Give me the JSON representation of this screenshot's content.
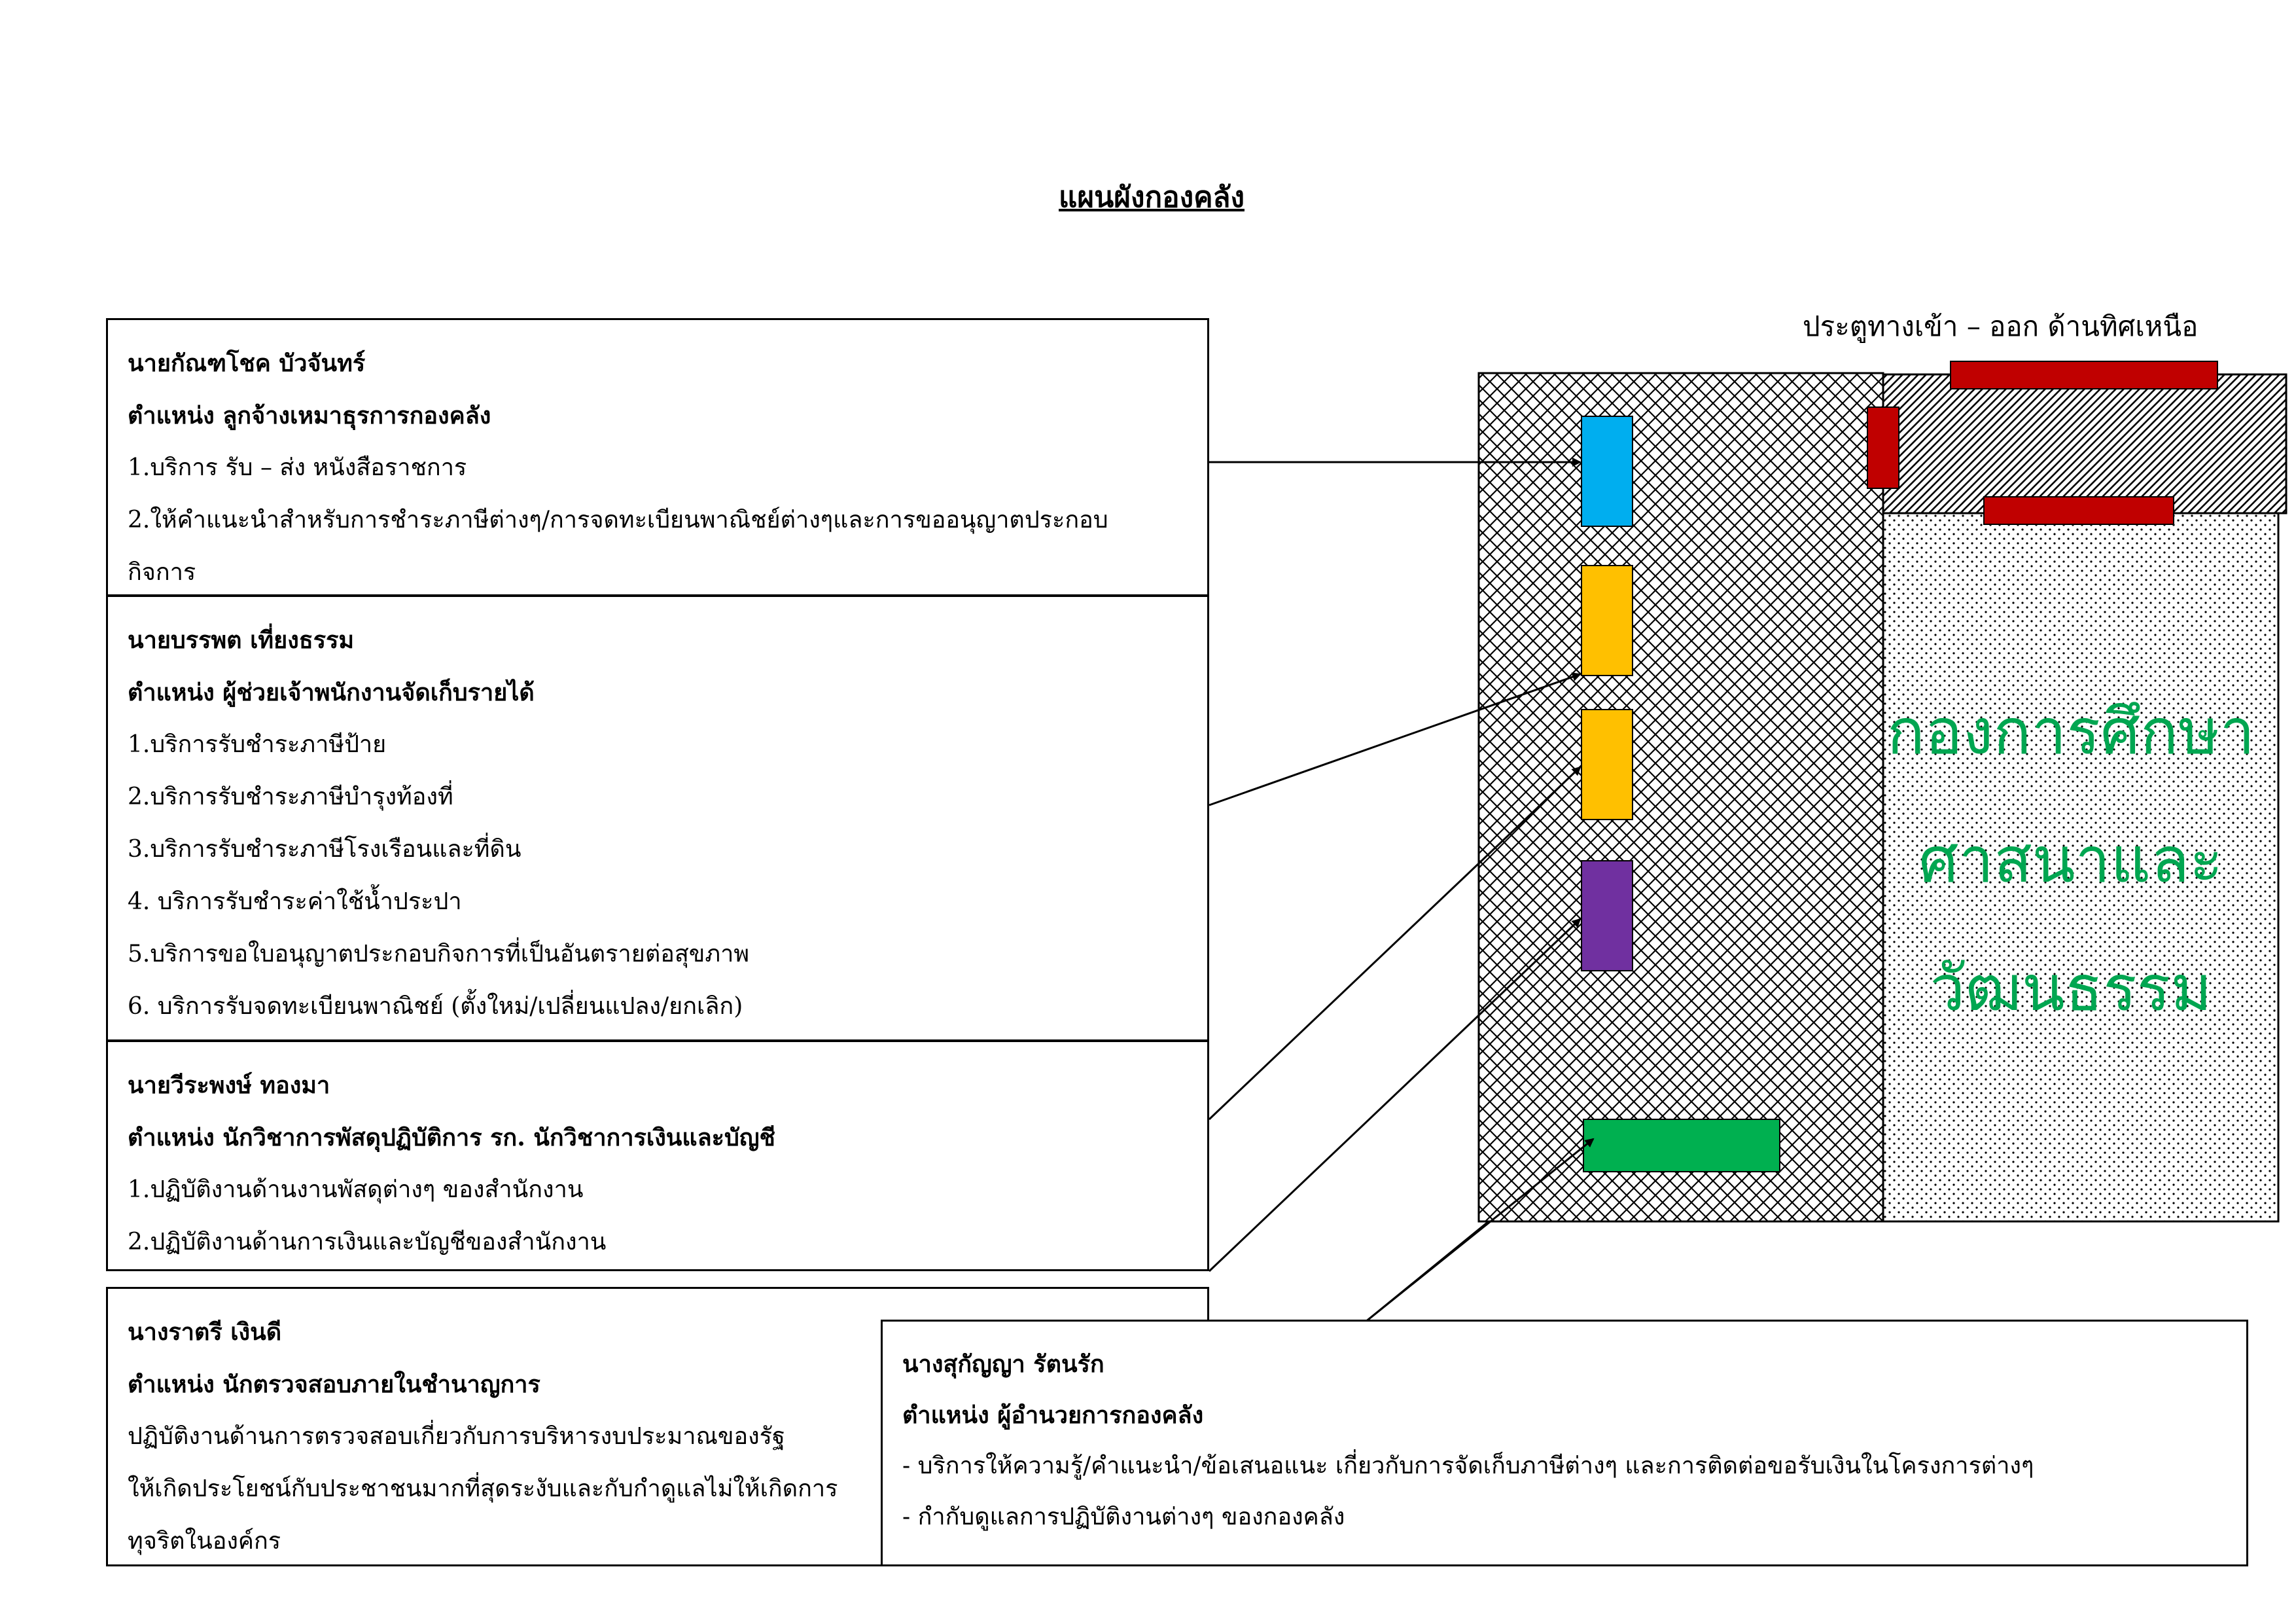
{
  "title": "แผนผังกองคลัง",
  "gate_label": "ประตูทางเข้า – ออก ด้านทิศเหนือ",
  "division_label": [
    "กองการศึกษา",
    "ศาสนาและ",
    "วัฒนธรรม"
  ],
  "colors": {
    "blue": "#00aeef",
    "yellow": "#ffc000",
    "purple": "#7030a0",
    "green": "#00b050",
    "red": "#c00000",
    "division_text": "#00a651"
  },
  "staff": [
    {
      "name": "นายกัณฑโชค บัวจันทร์",
      "position": "ตำแหน่ง ลูกจ้างเหมาธุรการกองคลัง",
      "duties": [
        "1.บริการ รับ – ส่ง หนังสือราชการ",
        "2.ให้คำแนะนำสำหรับการชำระภาษีต่างๆ/การจดทะเบียนพาณิชย์ต่างๆและการขออนุญาตประกอบ",
        "กิจการ"
      ]
    },
    {
      "name": "นายบรรพต เที่ยงธรรม",
      "position": "ตำแหน่ง ผู้ช่วยเจ้าพนักงานจัดเก็บรายได้",
      "duties": [
        "1.บริการรับชำระภาษีป้าย",
        "2.บริการรับชำระภาษีบำรุงท้องที่",
        "3.บริการรับชำระภาษีโรงเรือนและที่ดิน",
        "4. บริการรับชำระค่าใช้น้ำประปา",
        "5.บริการขอใบอนุญาตประกอบกิจการที่เป็นอันตรายต่อสุขภาพ",
        "6. บริการรับจดทะเบียนพาณิชย์ (ตั้งใหม่/เปลี่ยนแปลง/ยกเลิก)"
      ]
    },
    {
      "name": "นายวีระพงษ์ ทองมา",
      "position": "ตำแหน่ง นักวิชาการพัสดุปฏิบัติการ รก. นักวิชาการเงินและบัญชี",
      "duties": [
        "1.ปฏิบัติงานด้านงานพัสดุต่างๆ ของสำนักงาน",
        "2.ปฏิบัติงานด้านการเงินและบัญชีของสำนักงาน"
      ]
    },
    {
      "name": "นางราตรี เงินดี",
      "position": "ตำแหน่ง นักตรวจสอบภายในชำนาญการ",
      "duties": [
        "ปฏิบัติงานด้านการตรวจสอบเกี่ยวกับการบริหารงบประมาณของรัฐ",
        "ให้เกิดประโยชน์กับประชาชนมากที่สุดระงับและกับกำดูแลไม่ให้เกิดการ",
        "ทุจริตในองค์กร"
      ]
    },
    {
      "name": "นางสุกัญญา รัตนรัก",
      "position": "ตำแหน่ง ผู้อำนวยการกองคลัง",
      "duties": [
        "- บริการให้ความรู้/คำแนะนำ/ข้อเสนอแนะ เกี่ยวกับการจัดเก็บภาษีต่างๆ และการติดต่อขอรับเงินในโครงการต่างๆ",
        "- กำกับดูแลการปฏิบัติงานต่างๆ ของกองคลัง"
      ]
    }
  ]
}
